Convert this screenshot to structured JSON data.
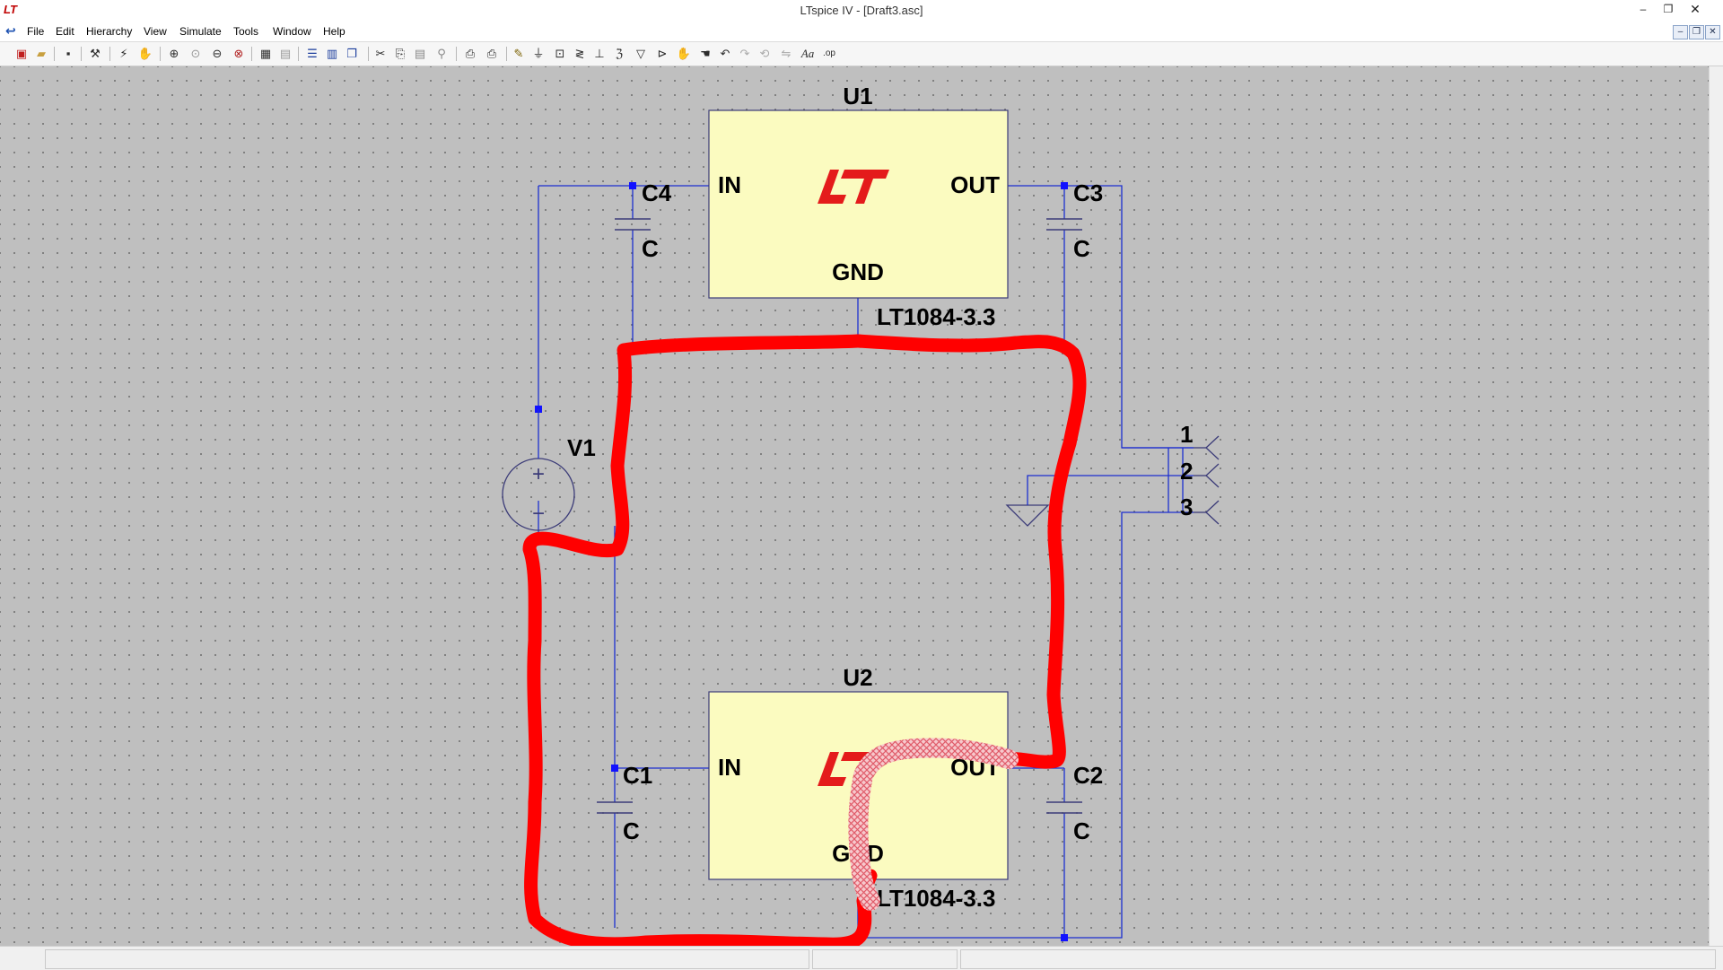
{
  "window": {
    "title": "LTspice IV - [Draft3.asc]",
    "app_icon": "LT",
    "controls": [
      "–",
      "❐",
      "✕"
    ]
  },
  "menu": [
    {
      "label": "File"
    },
    {
      "label": "Edit"
    },
    {
      "label": "Hierarchy"
    },
    {
      "label": "View"
    },
    {
      "label": "Simulate"
    },
    {
      "label": "Tools"
    },
    {
      "label": "Window"
    },
    {
      "label": "Help"
    }
  ],
  "mdi_controls": [
    "–",
    "❐",
    "✕"
  ],
  "toolbar": {
    "buttons": [
      "new-schematic-icon",
      "open-icon",
      "save-icon",
      "control-panel-icon",
      "run-icon",
      "halt-icon",
      "zoom-in-icon",
      "pan-icon",
      "zoom-out-icon",
      "zoom-fit-icon",
      "autorange-icon",
      "view-spice-netlist-icon",
      "tile-horizontal-icon",
      "tile-vertical-icon",
      "cascade-icon",
      "cut-icon",
      "copy-icon",
      "paste-icon",
      "find-icon",
      "print-preview-icon",
      "print-icon",
      "draw-wire-icon",
      "ground-icon",
      "label-net-icon",
      "resistor-icon",
      "capacitor-icon",
      "inductor-icon",
      "diode-icon",
      "component-icon",
      "move-icon",
      "drag-icon",
      "undo-icon",
      "redo-icon",
      "rotate-icon",
      "mirror-icon",
      "text-icon",
      "spice-directive-icon"
    ]
  },
  "schematic": {
    "regulators": [
      {
        "ref": "U1",
        "part": "LT1084-3.3",
        "pins": {
          "in": "IN",
          "out": "OUT",
          "gnd": "GND"
        },
        "logo": "LT"
      },
      {
        "ref": "U2",
        "part": "LT1084-3.3",
        "pins": {
          "in": "IN",
          "out": "OUT",
          "gnd": "GND"
        },
        "logo": "LT"
      }
    ],
    "capacitors": [
      {
        "ref": "C4",
        "value": "C"
      },
      {
        "ref": "C3",
        "value": "C"
      },
      {
        "ref": "C1",
        "value": "C"
      },
      {
        "ref": "C2",
        "value": "C"
      }
    ],
    "source": {
      "ref": "V1",
      "plus": "+",
      "minus": "−"
    },
    "connector_pins": [
      "1",
      "2",
      "3"
    ],
    "colors": {
      "canvas": "#bfbfbf",
      "wire": "#1c2fcf",
      "component_fill": "#fbfbc0",
      "component_stroke": "#3b3b78",
      "junction": "#1212ff",
      "logo_red": "#e41b1b",
      "annotation_red": "#ff0000",
      "hatch_pink": "#f07a84"
    }
  }
}
